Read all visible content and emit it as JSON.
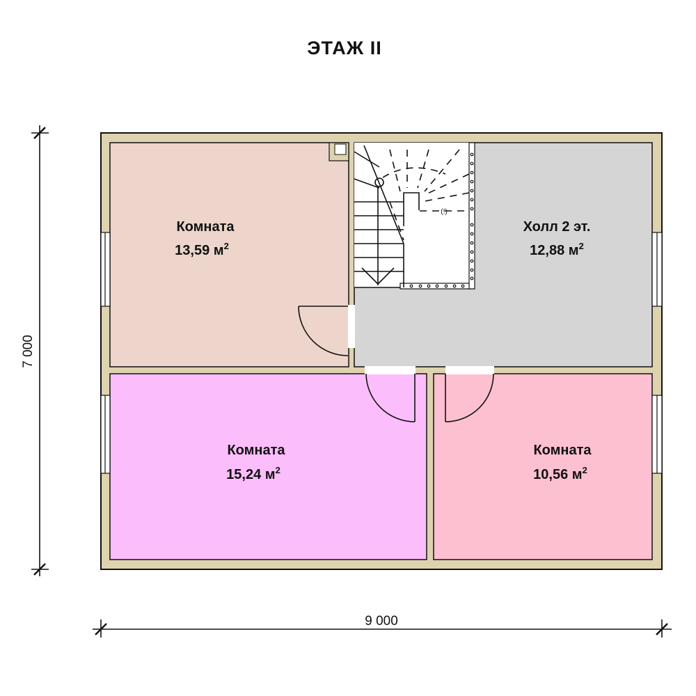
{
  "title": "ЭТАЖ II",
  "rooms": [
    {
      "name": "Комната",
      "area": "13,59 м",
      "sup": "2",
      "color": "#EDD5CC"
    },
    {
      "name": "Холл 2 эт.",
      "area": "12,88 м",
      "sup": "2",
      "color": "#D5D5D5"
    },
    {
      "name": "Комната",
      "area": "15,24 м",
      "sup": "2",
      "color": "#FBBDFB"
    },
    {
      "name": "Комната",
      "area": "10,56 м",
      "sup": "2",
      "color": "#FDC0D1"
    }
  ],
  "dimensions": {
    "width": "9 000",
    "height": "7 000"
  },
  "colors": {
    "wall": "#DDD3AF",
    "line": "#111111"
  }
}
